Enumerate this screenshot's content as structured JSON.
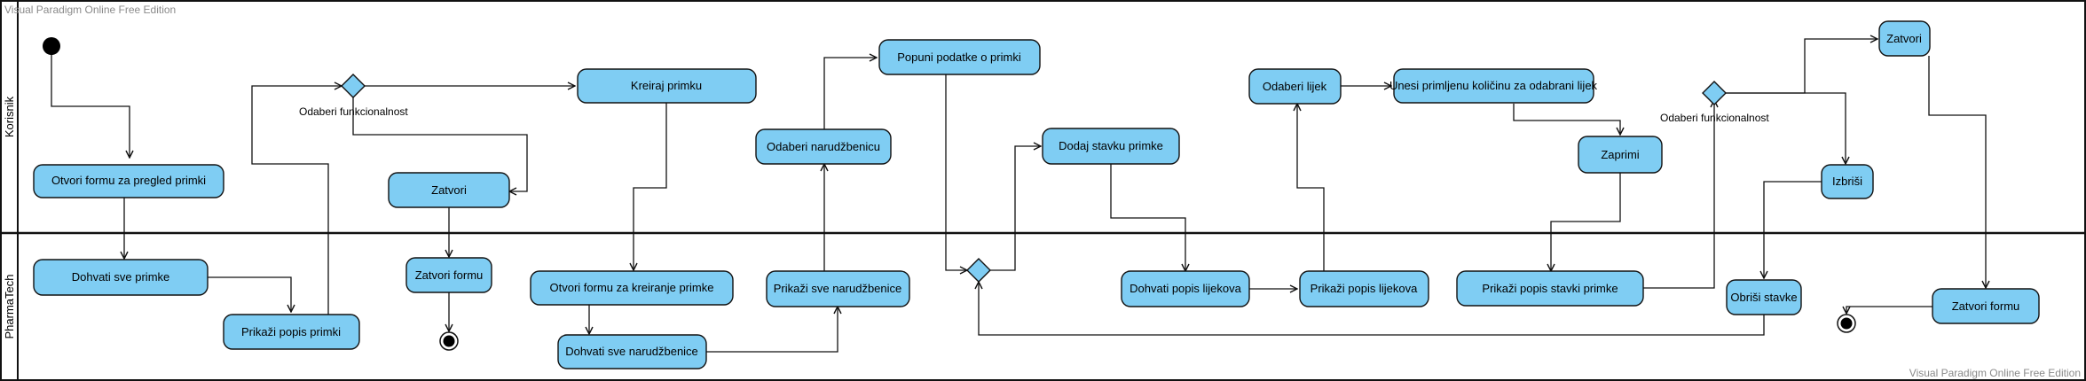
{
  "watermark": {
    "top": "Visual Paradigm Online Free Edition",
    "bottom": "Visual Paradigm Online Free Edition"
  },
  "lanes": {
    "top": "Korisnik",
    "bottom": "PharmaTech"
  },
  "colors": {
    "node_fill": "#7fcdf3",
    "stroke": "#111111",
    "initial": "#000000"
  },
  "nodes": {
    "otvori_formu_pregled": "Otvori formu za pregled primki",
    "dohvati_sve_primke": "Dohvati sve primke",
    "prikazi_popis_primki": "Prikaži popis primki",
    "zatvori_1": "Zatvori",
    "zatvori_formu_1": "Zatvori formu",
    "kreiraj_primku": "Kreiraj primku",
    "otvori_formu_kreiranje": "Otvori formu za kreiranje primke",
    "dohvati_sve_narudzbenice": "Dohvati sve narudžbenice",
    "prikazi_sve_narudzbenice": "Prikaži sve narudžbenice",
    "odaberi_narudzbenicu": "Odaberi narudžbenicu",
    "popuni_podatke": "Popuni podatke o primki",
    "dodaj_stavku": "Dodaj stavku primke",
    "dohvati_popis_lijekova": "Dohvati popis lijekova",
    "prikazi_popis_lijekova": "Prikaži popis lijekova",
    "odaberi_lijek": "Odaberi lijek",
    "unesi_kolicinu": "Unesi primljenu količinu za odabrani lijek",
    "zaprimi": "Zaprimi",
    "prikazi_popis_stavki": "Prikaži popis stavki primke",
    "izbrisi": "Izbriši",
    "obrisi_stavke": "Obriši stavke",
    "zatvori_2": "Zatvori",
    "zatvori_formu_2": "Zatvori formu"
  },
  "decision_labels": {
    "d1": "Odaberi funkcionalnost",
    "d3": "Odaberi funkcionalnost"
  }
}
